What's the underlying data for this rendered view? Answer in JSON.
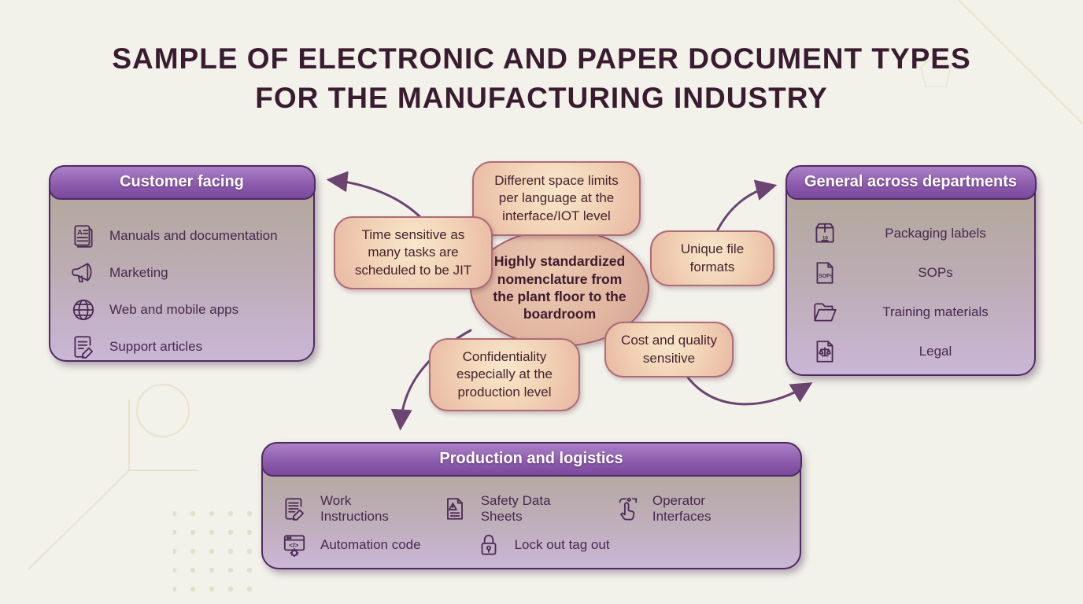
{
  "page": {
    "title": "SAMPLE OF ELECTRONIC AND PAPER DOCUMENT TYPES FOR THE MANUFACTURING INDUSTRY"
  },
  "colors": {
    "background": "#f2f1ea",
    "title_text": "#3a1c30",
    "panel_header_purple": "#8b5aab",
    "panel_border": "#4e2b61",
    "panel_body_top": "#b0a695",
    "panel_body_bottom": "#cab6d6",
    "callout_fill": "#f2d3b6",
    "callout_border": "#ad6d78",
    "callout_text": "#45212f",
    "arrow": "#6b4472"
  },
  "center": {
    "text": "Highly standardized nomenclature from the plant floor to the boardroom"
  },
  "callouts": {
    "different_space": "Different space limits per language at the interface/IOT level",
    "time_sensitive": "Time sensitive as many tasks are scheduled to be JIT",
    "unique_file": "Unique file formats",
    "cost_quality": "Cost and quality sensitive",
    "confidentiality": "Confidentiality especially at the production level"
  },
  "boxes": {
    "customer": {
      "title": "Customer facing",
      "items": [
        {
          "icon": "manual-document-icon",
          "label": "Manuals and documentation"
        },
        {
          "icon": "megaphone-icon",
          "label": "Marketing"
        },
        {
          "icon": "globe-icon",
          "label": "Web and mobile apps"
        },
        {
          "icon": "article-pencil-icon",
          "label": "Support articles"
        }
      ]
    },
    "general": {
      "title": "General across departments",
      "items": [
        {
          "icon": "package-box-icon",
          "label": "Packaging labels"
        },
        {
          "icon": "sops-file-icon",
          "label": "SOPs"
        },
        {
          "icon": "folder-icon",
          "label": "Training materials"
        },
        {
          "icon": "legal-scales-icon",
          "label": "Legal"
        }
      ]
    },
    "production": {
      "title": "Production and logistics",
      "rows": [
        [
          {
            "icon": "work-instructions-icon",
            "label": "Work Instructions"
          },
          {
            "icon": "safety-sheet-icon",
            "label": "Safety Data Sheets"
          },
          {
            "icon": "operator-hand-icon",
            "label": "Operator Interfaces"
          }
        ],
        [
          {
            "icon": "automation-code-icon",
            "label": "Automation code"
          },
          {
            "icon": "padlock-icon",
            "label": "Lock out tag out"
          }
        ]
      ]
    }
  }
}
